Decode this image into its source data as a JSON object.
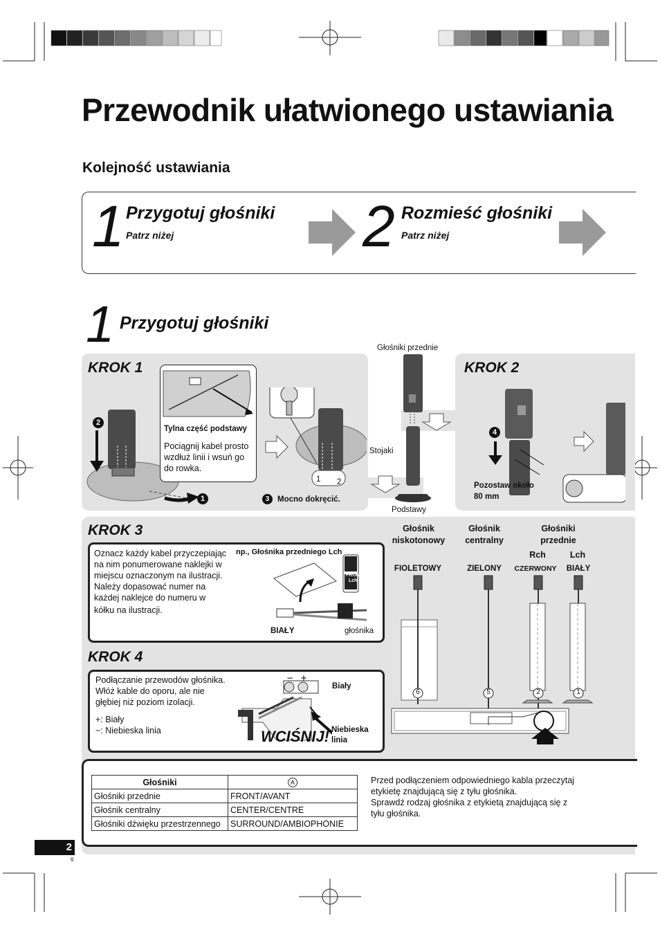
{
  "page": {
    "title": "Przewodnik ułatwionego ustawiania",
    "subtitle": "Kolejność ustawiania",
    "page_number": "2",
    "page_footnote": "6"
  },
  "sequence": {
    "steps": [
      {
        "number": "1",
        "title": "Przygotuj głośniki",
        "note": "Patrz niżej"
      },
      {
        "number": "2",
        "title": "Rozmieść głośniki",
        "note": "Patrz niżej"
      }
    ]
  },
  "section": {
    "number": "1",
    "title": "Przygotuj głośniki"
  },
  "krok1": {
    "title": "KROK 1",
    "callout_heading": "Tylna część podstawy",
    "callout_text": [
      "Pociągnij kabel prosto",
      "wzdłuż linii i wsuń go",
      "do rowka."
    ],
    "marker1": "1",
    "marker2": "2",
    "marker3": "3",
    "tighten_label": "Mocno dokręcić.",
    "screw_nums": [
      "1",
      "2"
    ]
  },
  "center_labels": {
    "front_speakers": "Głośniki przednie",
    "stands": "Stojaki",
    "bases": "Podstawy"
  },
  "krok2": {
    "title": "KROK 2",
    "marker4": "4",
    "note": [
      "Pozostaw około",
      "80 mm"
    ]
  },
  "krok3": {
    "title": "KROK 3",
    "text": [
      "Oznacz każdy kabel przyczepiając",
      "na nim ponumerowane naklejki w",
      "miejscu oznaczonym na ilustracji.",
      "Należy dopasować numer na",
      "każdej naklejce do numeru w",
      "kółku na ilustracji."
    ],
    "example_label": "np., Głośnika przedniego Lch",
    "label_white": "BIAŁY",
    "label_speaker": "głośnika",
    "sticker_top": "Lch",
    "sticker_bottom": "FRONT"
  },
  "krok4": {
    "title": "KROK 4",
    "text": [
      "Podłączanie przewodów głośnika.",
      "Włóż kable do oporu, ale nie",
      "głębiej niż poziom izolacji."
    ],
    "plus_line": "+:  Biały",
    "minus_line": "−:  Niebieska linia",
    "label_white": "Biały",
    "label_blue": [
      "Niebieska",
      "linia"
    ],
    "press": "WCIŚNIJ!"
  },
  "speakers": {
    "columns": [
      {
        "name": [
          "Głośnik",
          "niskotonowy"
        ],
        "color": "FIOLETOWY",
        "number": "6"
      },
      {
        "name": [
          "Głośnik",
          "centralny"
        ],
        "color": "ZIELONY",
        "number": "5"
      },
      {
        "name": [
          "",
          ""
        ],
        "sub": "Rch",
        "color": "CZERWONY",
        "number": "2"
      },
      {
        "name": [
          "",
          ""
        ],
        "sub": "Lch",
        "color": "BIAŁY",
        "number": "1"
      }
    ],
    "front_group": [
      "Głośniki",
      "przednie"
    ]
  },
  "table": {
    "headers": [
      "Głośniki",
      "A"
    ],
    "rows": [
      [
        "Głośniki przednie",
        "FRONT/AVANT"
      ],
      [
        "Głośnik centralny",
        "CENTER/CENTRE"
      ],
      [
        "Głośniki dźwięku przestrzennego",
        "SURROUND/AMBIOPHONIE"
      ]
    ],
    "note": [
      "Przed podłączeniem odpowiedniego kabla przeczytaj",
      "etykietę znajdującą się z tyłu głośnika.",
      "Sprawdź rodzaj głośnika z etykietą znajdującą się z",
      "tyłu głośnika."
    ]
  },
  "colors": {
    "panel": "#e3e3e3",
    "arrow": "#999999",
    "ink": "#111111"
  }
}
